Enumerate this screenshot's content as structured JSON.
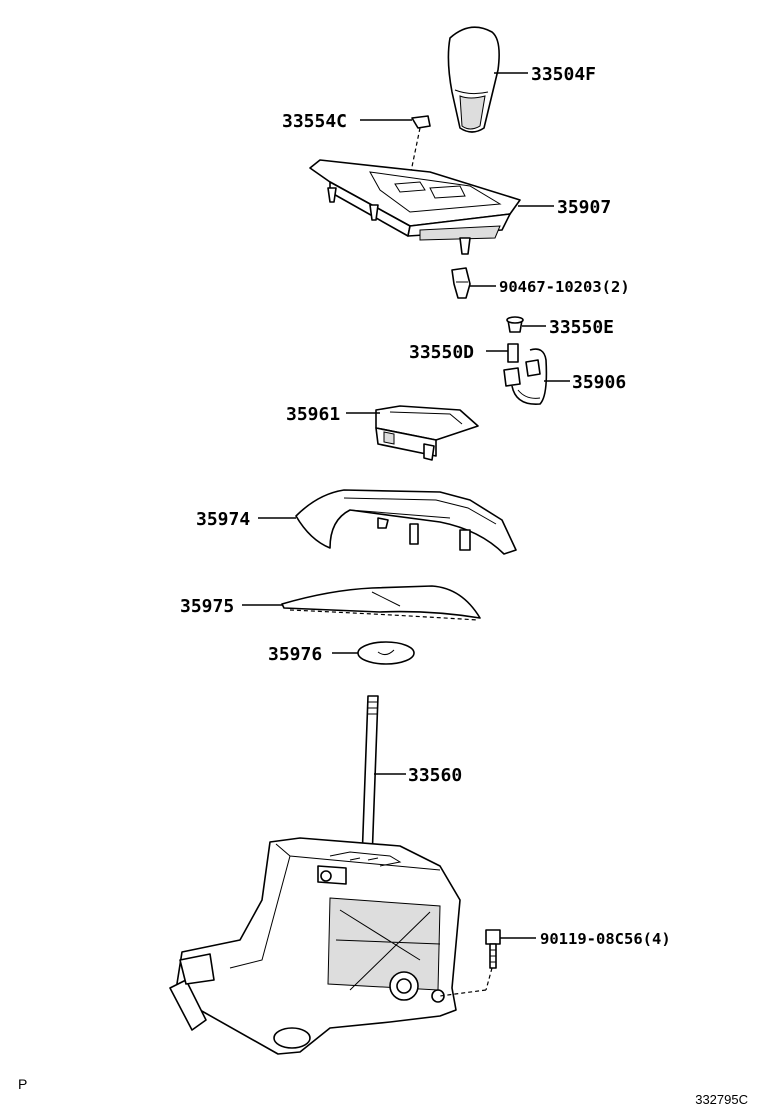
{
  "parts": [
    {
      "id": "p33504F",
      "label": "33504F"
    },
    {
      "id": "p33554C",
      "label": "33554C"
    },
    {
      "id": "p35907",
      "label": "35907"
    },
    {
      "id": "p90467",
      "label": "90467-10203(2)"
    },
    {
      "id": "p33550E",
      "label": "33550E"
    },
    {
      "id": "p33550D",
      "label": "33550D"
    },
    {
      "id": "p35906",
      "label": "35906"
    },
    {
      "id": "p35961",
      "label": "35961"
    },
    {
      "id": "p35974",
      "label": "35974"
    },
    {
      "id": "p35975",
      "label": "35975"
    },
    {
      "id": "p35976",
      "label": "35976"
    },
    {
      "id": "p33560",
      "label": "33560"
    },
    {
      "id": "p90119",
      "label": "90119-08C56(4)"
    }
  ],
  "page_letter": "P",
  "figure_code": "332795C"
}
